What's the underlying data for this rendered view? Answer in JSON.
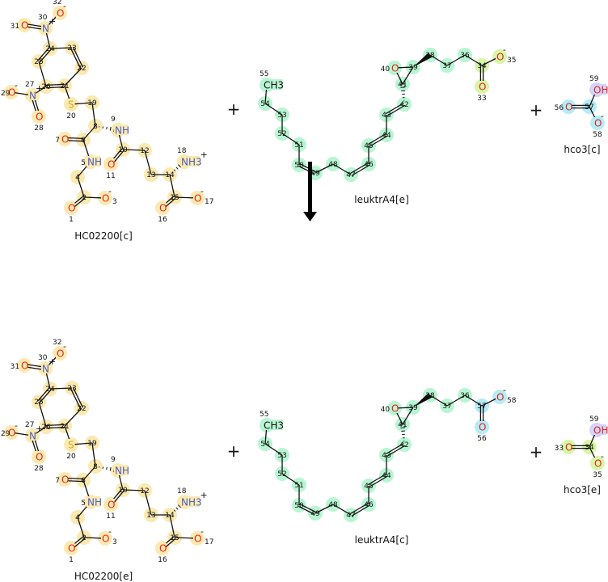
{
  "colors": {
    "hc02200": "#fbe9b2",
    "leuk": "#b8f5d2",
    "carboxyl_e": "#d8f5a8",
    "blue": "#b5ecf6",
    "purple": "#d4d4fa",
    "green": "#d8f5a8",
    "O": "#e8231c",
    "N": "#4b5fc0",
    "S": "#c4b020",
    "C": "#111111"
  },
  "reaction": {
    "plus_signs": [
      "+",
      "+",
      "+",
      "+"
    ],
    "arrow": "reaction-arrow-down"
  },
  "molecules": [
    {
      "id": "hc02200_c",
      "label": "HC02200[c]",
      "atoms": [
        {
          "n": "32",
          "s": "O",
          "q": "-",
          "hl": "hc02200"
        },
        {
          "n": "30",
          "s": "N",
          "q": "+",
          "hl": "hc02200"
        },
        {
          "n": "31",
          "s": "O",
          "q": "",
          "hl": "hc02200"
        },
        {
          "n": "24",
          "s": "",
          "q": "",
          "hl": "hc02200"
        },
        {
          "n": "23",
          "s": "",
          "q": "",
          "hl": "hc02200"
        },
        {
          "n": "22",
          "s": "",
          "q": "",
          "hl": "hc02200"
        },
        {
          "n": "21",
          "s": "",
          "q": "",
          "hl": "hc02200"
        },
        {
          "n": "26",
          "s": "",
          "q": "",
          "hl": "hc02200"
        },
        {
          "n": "25",
          "s": "",
          "q": "",
          "hl": "hc02200"
        },
        {
          "n": "27",
          "s": "N",
          "q": "+",
          "hl": "hc02200"
        },
        {
          "n": "29",
          "s": "O",
          "q": "-",
          "hl": "hc02200"
        },
        {
          "n": "28",
          "s": "O",
          "q": "",
          "hl": "hc02200"
        },
        {
          "n": "20",
          "s": "S",
          "q": "",
          "hl": "hc02200"
        },
        {
          "n": "19",
          "s": "",
          "q": "",
          "hl": "hc02200"
        },
        {
          "n": "8",
          "s": "",
          "q": "",
          "hl": "hc02200"
        },
        {
          "n": "9",
          "s": "NH",
          "q": "",
          "hl": "hc02200"
        },
        {
          "n": "6",
          "s": "",
          "q": "",
          "hl": "hc02200"
        },
        {
          "n": "7",
          "s": "O",
          "q": "",
          "hl": "hc02200"
        },
        {
          "n": "5",
          "s": "NH",
          "q": "",
          "hl": "hc02200"
        },
        {
          "n": "4",
          "s": "",
          "q": "",
          "hl": "hc02200"
        },
        {
          "n": "2",
          "s": "",
          "q": "",
          "hl": "hc02200"
        },
        {
          "n": "1",
          "s": "O",
          "q": "",
          "hl": "hc02200"
        },
        {
          "n": "3",
          "s": "O",
          "q": "-",
          "hl": "hc02200"
        },
        {
          "n": "10",
          "s": "",
          "q": "",
          "hl": "hc02200"
        },
        {
          "n": "11",
          "s": "O",
          "q": "",
          "hl": "hc02200"
        },
        {
          "n": "12",
          "s": "",
          "q": "",
          "hl": "hc02200"
        },
        {
          "n": "13",
          "s": "",
          "q": "",
          "hl": "hc02200"
        },
        {
          "n": "14",
          "s": "",
          "q": "",
          "hl": "hc02200"
        },
        {
          "n": "18",
          "s": "NH3",
          "q": "+",
          "hl": "hc02200"
        },
        {
          "n": "15",
          "s": "",
          "q": "",
          "hl": "hc02200"
        },
        {
          "n": "16",
          "s": "O",
          "q": "",
          "hl": "hc02200"
        },
        {
          "n": "17",
          "s": "O",
          "q": "-",
          "hl": "hc02200"
        }
      ]
    },
    {
      "id": "leuktrA4_e",
      "label": "leuktrA4[e]",
      "atoms": [
        {
          "n": "55",
          "s": "CH3",
          "q": "",
          "hl": "leuk"
        },
        {
          "n": "54",
          "s": "",
          "q": "",
          "hl": "leuk"
        },
        {
          "n": "53",
          "s": "",
          "q": "",
          "hl": "leuk"
        },
        {
          "n": "52",
          "s": "",
          "q": "",
          "hl": "leuk"
        },
        {
          "n": "51",
          "s": "",
          "q": "",
          "hl": "leuk"
        },
        {
          "n": "50",
          "s": "",
          "q": "",
          "hl": "leuk"
        },
        {
          "n": "49",
          "s": "",
          "q": "",
          "hl": "leuk"
        },
        {
          "n": "48",
          "s": "",
          "q": "",
          "hl": "leuk"
        },
        {
          "n": "47",
          "s": "",
          "q": "",
          "hl": "leuk"
        },
        {
          "n": "46",
          "s": "",
          "q": "",
          "hl": "leuk"
        },
        {
          "n": "45",
          "s": "",
          "q": "",
          "hl": "leuk"
        },
        {
          "n": "44",
          "s": "",
          "q": "",
          "hl": "leuk"
        },
        {
          "n": "43",
          "s": "",
          "q": "",
          "hl": "leuk"
        },
        {
          "n": "42",
          "s": "",
          "q": "",
          "hl": "leuk"
        },
        {
          "n": "41",
          "s": "",
          "q": "",
          "hl": "leuk"
        },
        {
          "n": "40",
          "s": "O",
          "q": "",
          "hl": "leuk"
        },
        {
          "n": "39",
          "s": "",
          "q": "",
          "hl": "leuk"
        },
        {
          "n": "38",
          "s": "",
          "q": "",
          "hl": "leuk"
        },
        {
          "n": "37",
          "s": "",
          "q": "",
          "hl": "leuk"
        },
        {
          "n": "36",
          "s": "",
          "q": "",
          "hl": "leuk"
        },
        {
          "n": "34",
          "s": "",
          "q": "",
          "hl": "carboxyl_e"
        },
        {
          "n": "35",
          "s": "O",
          "q": "-",
          "hl": "carboxyl_e"
        },
        {
          "n": "33",
          "s": "O",
          "q": "",
          "hl": "carboxyl_e"
        }
      ]
    },
    {
      "id": "hco3_c",
      "label": "hco3[c]",
      "atoms": [
        {
          "n": "56",
          "s": "O",
          "q": "",
          "hl": "blue"
        },
        {
          "n": "57",
          "s": "",
          "q": "",
          "hl": "blue"
        },
        {
          "n": "59",
          "s": "OH",
          "q": "",
          "hl": "purple"
        },
        {
          "n": "58",
          "s": "O",
          "q": "-",
          "hl": "blue"
        }
      ]
    },
    {
      "id": "hc02200_e",
      "label": "HC02200[e]",
      "atoms": [
        {
          "n": "32",
          "s": "O",
          "q": "-",
          "hl": "hc02200"
        },
        {
          "n": "30",
          "s": "N",
          "q": "+",
          "hl": "hc02200"
        },
        {
          "n": "31",
          "s": "O",
          "q": "",
          "hl": "hc02200"
        },
        {
          "n": "24",
          "s": "",
          "q": "",
          "hl": "hc02200"
        },
        {
          "n": "23",
          "s": "",
          "q": "",
          "hl": "hc02200"
        },
        {
          "n": "22",
          "s": "",
          "q": "",
          "hl": "hc02200"
        },
        {
          "n": "21",
          "s": "",
          "q": "",
          "hl": "hc02200"
        },
        {
          "n": "26",
          "s": "",
          "q": "",
          "hl": "hc02200"
        },
        {
          "n": "25",
          "s": "",
          "q": "",
          "hl": "hc02200"
        },
        {
          "n": "27",
          "s": "N",
          "q": "+",
          "hl": "hc02200"
        },
        {
          "n": "29",
          "s": "O",
          "q": "-",
          "hl": "hc02200"
        },
        {
          "n": "28",
          "s": "O",
          "q": "",
          "hl": "hc02200"
        },
        {
          "n": "20",
          "s": "S",
          "q": "",
          "hl": "hc02200"
        },
        {
          "n": "19",
          "s": "",
          "q": "",
          "hl": "hc02200"
        },
        {
          "n": "8",
          "s": "",
          "q": "",
          "hl": "hc02200"
        },
        {
          "n": "9",
          "s": "NH",
          "q": "",
          "hl": "hc02200"
        },
        {
          "n": "6",
          "s": "",
          "q": "",
          "hl": "hc02200"
        },
        {
          "n": "7",
          "s": "O",
          "q": "",
          "hl": "hc02200"
        },
        {
          "n": "5",
          "s": "NH",
          "q": "",
          "hl": "hc02200"
        },
        {
          "n": "4",
          "s": "",
          "q": "",
          "hl": "hc02200"
        },
        {
          "n": "2",
          "s": "",
          "q": "",
          "hl": "hc02200"
        },
        {
          "n": "1",
          "s": "O",
          "q": "",
          "hl": "hc02200"
        },
        {
          "n": "3",
          "s": "O",
          "q": "-",
          "hl": "hc02200"
        },
        {
          "n": "10",
          "s": "",
          "q": "",
          "hl": "hc02200"
        },
        {
          "n": "11",
          "s": "O",
          "q": "",
          "hl": "hc02200"
        },
        {
          "n": "12",
          "s": "",
          "q": "",
          "hl": "hc02200"
        },
        {
          "n": "13",
          "s": "",
          "q": "",
          "hl": "hc02200"
        },
        {
          "n": "14",
          "s": "",
          "q": "",
          "hl": "hc02200"
        },
        {
          "n": "18",
          "s": "NH3",
          "q": "+",
          "hl": "hc02200"
        },
        {
          "n": "15",
          "s": "",
          "q": "",
          "hl": "hc02200"
        },
        {
          "n": "16",
          "s": "O",
          "q": "",
          "hl": "hc02200"
        },
        {
          "n": "17",
          "s": "O",
          "q": "-",
          "hl": "hc02200"
        }
      ]
    },
    {
      "id": "leuktrA4_c",
      "label": "leuktrA4[c]",
      "atoms": [
        {
          "n": "55",
          "s": "CH3",
          "q": "",
          "hl": "leuk"
        },
        {
          "n": "54",
          "s": "",
          "q": "",
          "hl": "leuk"
        },
        {
          "n": "53",
          "s": "",
          "q": "",
          "hl": "leuk"
        },
        {
          "n": "52",
          "s": "",
          "q": "",
          "hl": "leuk"
        },
        {
          "n": "51",
          "s": "",
          "q": "",
          "hl": "leuk"
        },
        {
          "n": "50",
          "s": "",
          "q": "",
          "hl": "leuk"
        },
        {
          "n": "49",
          "s": "",
          "q": "",
          "hl": "leuk"
        },
        {
          "n": "48",
          "s": "",
          "q": "",
          "hl": "leuk"
        },
        {
          "n": "47",
          "s": "",
          "q": "",
          "hl": "leuk"
        },
        {
          "n": "46",
          "s": "",
          "q": "",
          "hl": "leuk"
        },
        {
          "n": "45",
          "s": "",
          "q": "",
          "hl": "leuk"
        },
        {
          "n": "44",
          "s": "",
          "q": "",
          "hl": "leuk"
        },
        {
          "n": "43",
          "s": "",
          "q": "",
          "hl": "leuk"
        },
        {
          "n": "42",
          "s": "",
          "q": "",
          "hl": "leuk"
        },
        {
          "n": "41",
          "s": "",
          "q": "",
          "hl": "leuk"
        },
        {
          "n": "40",
          "s": "O",
          "q": "",
          "hl": "leuk"
        },
        {
          "n": "39",
          "s": "",
          "q": "",
          "hl": "leuk"
        },
        {
          "n": "38",
          "s": "",
          "q": "",
          "hl": "leuk"
        },
        {
          "n": "37",
          "s": "",
          "q": "",
          "hl": "leuk"
        },
        {
          "n": "36",
          "s": "",
          "q": "",
          "hl": "leuk"
        },
        {
          "n": "57",
          "s": "",
          "q": "",
          "hl": "blue"
        },
        {
          "n": "58",
          "s": "O",
          "q": "-",
          "hl": "blue"
        },
        {
          "n": "56",
          "s": "O",
          "q": "",
          "hl": "blue"
        }
      ]
    },
    {
      "id": "hco3_e",
      "label": "hco3[e]",
      "atoms": [
        {
          "n": "33",
          "s": "O",
          "q": "",
          "hl": "green"
        },
        {
          "n": "34",
          "s": "",
          "q": "",
          "hl": "green"
        },
        {
          "n": "59",
          "s": "OH",
          "q": "",
          "hl": "purple"
        },
        {
          "n": "35",
          "s": "O",
          "q": "-",
          "hl": "green"
        }
      ]
    }
  ]
}
